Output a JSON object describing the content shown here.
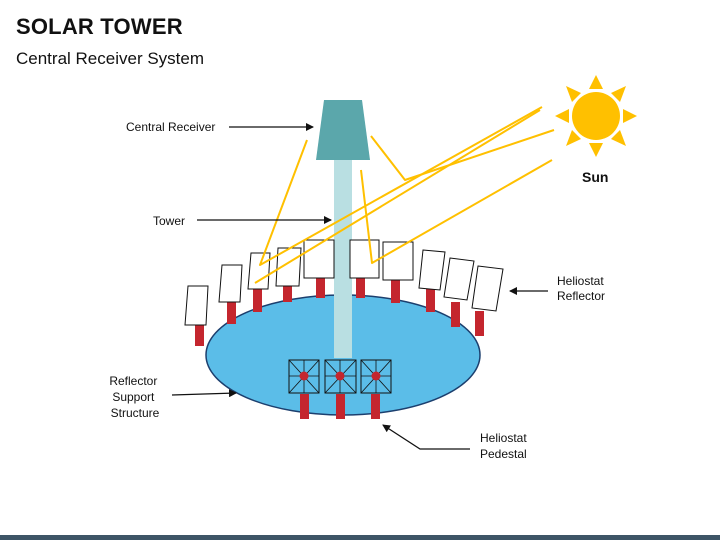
{
  "header": {
    "title": "SOLAR TOWER",
    "subtitle": "Central Receiver System"
  },
  "labels": {
    "central_receiver": "Central Receiver",
    "tower": "Tower",
    "sun": "Sun",
    "heliostat_reflector": [
      "Heliostat",
      "Reflector"
    ],
    "reflector_support_structure": [
      "Reflector",
      "Support",
      "Structure"
    ],
    "heliostat_pedestal": [
      "Heliostat",
      "Pedestal"
    ]
  },
  "colors": {
    "receiver": "#5ba7ab",
    "tower": "#b9dfe2",
    "field": "#5bbde8",
    "pedestal": "#c4262e",
    "sun": "#ffc000",
    "rays": "#ffc000",
    "bottom_bar": "#3d5566"
  }
}
